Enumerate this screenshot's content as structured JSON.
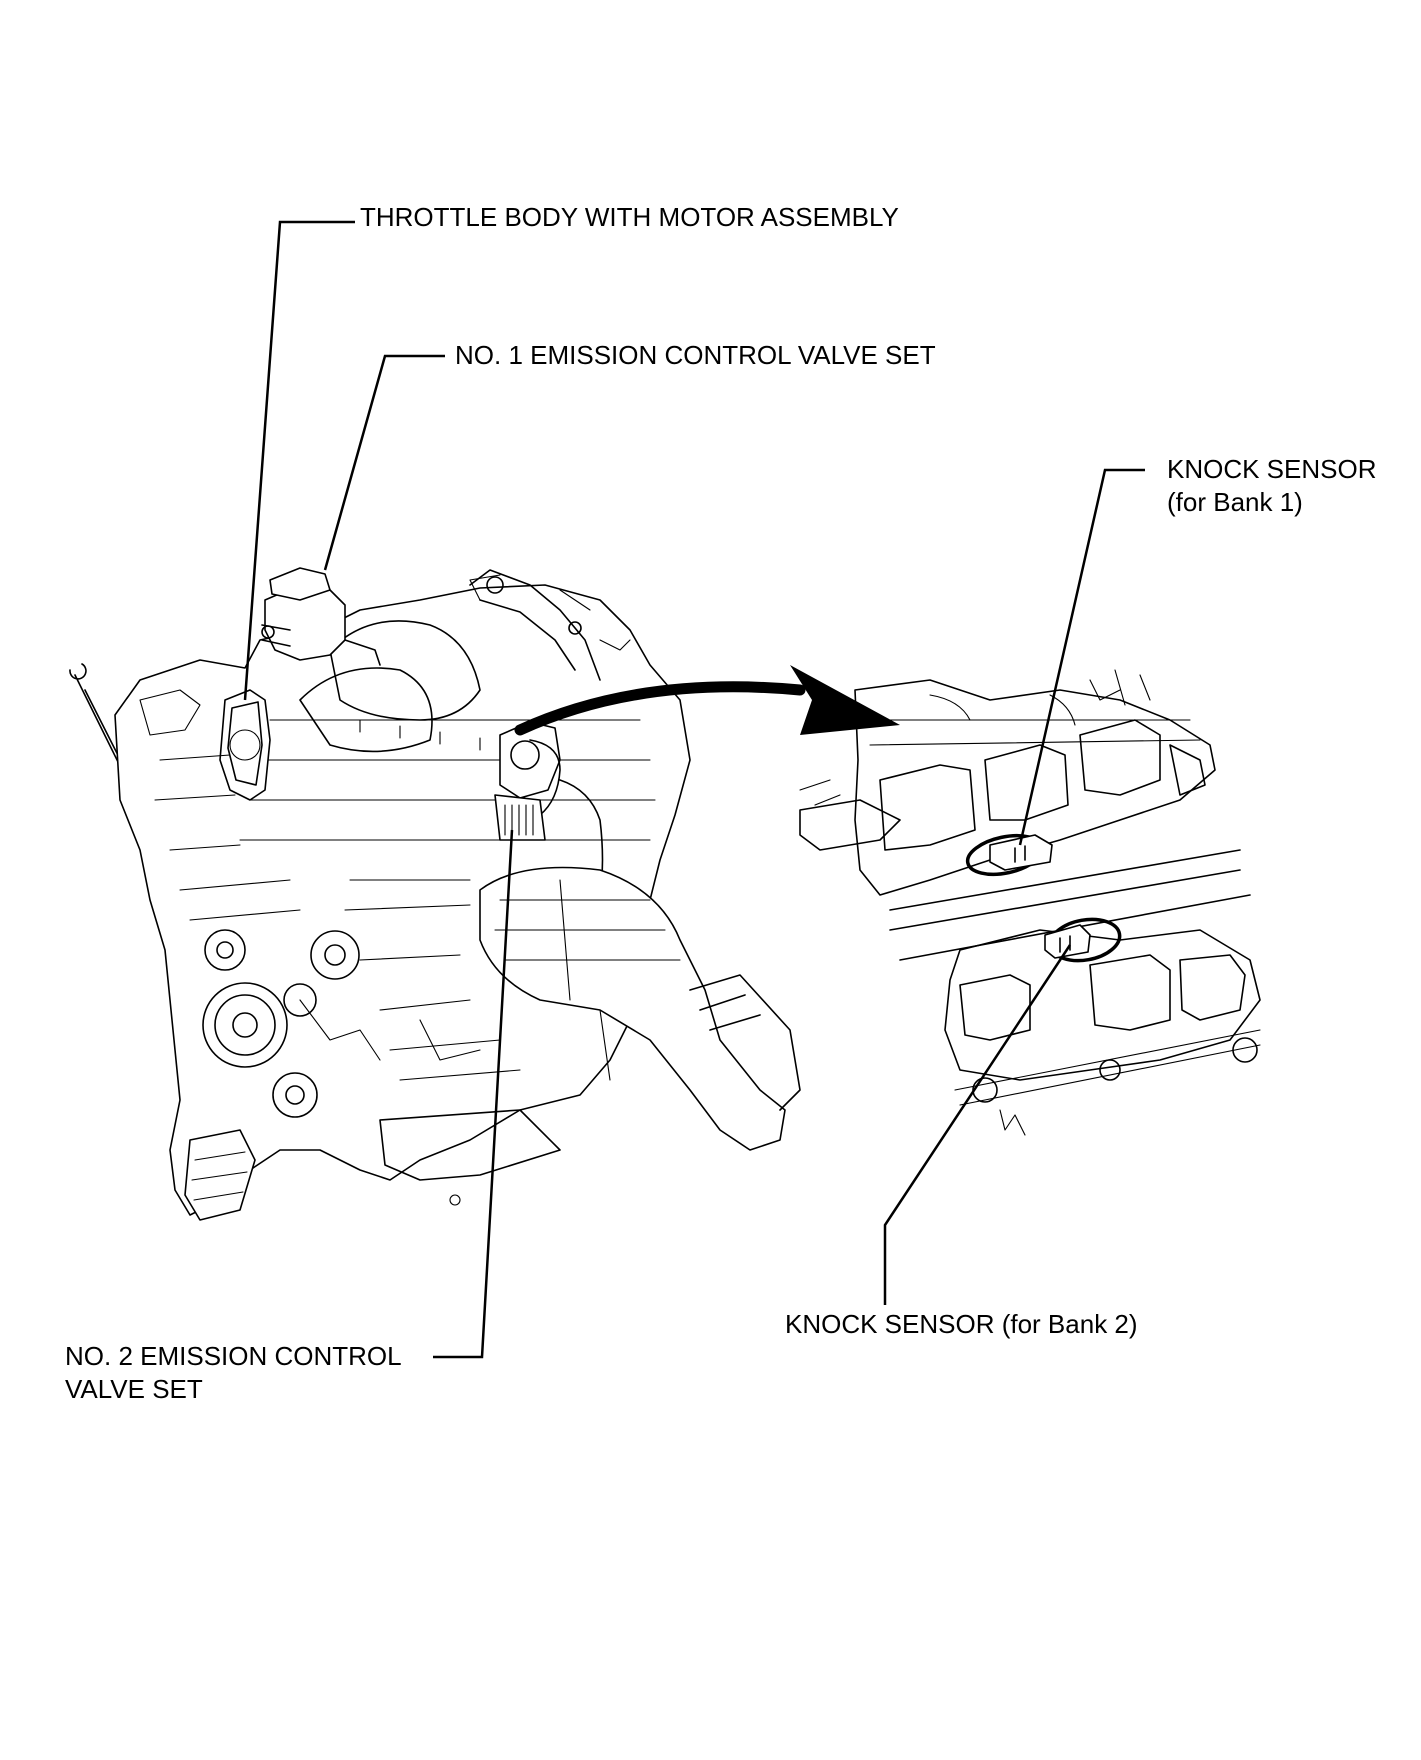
{
  "labels": {
    "throttle_body": "THROTTLE BODY WITH MOTOR ASSEMBLY",
    "no1_valve": "NO. 1 EMISSION CONTROL VALVE SET",
    "knock_bank1_line1": "KNOCK SENSOR",
    "knock_bank1_line2": "(for Bank 1)",
    "knock_bank2": "KNOCK SENSOR (for Bank 2)",
    "no2_valve_line1": "NO. 2 EMISSION CONTROL",
    "no2_valve_line2": "VALVE SET"
  },
  "colors": {
    "ink": "#000000",
    "paper": "#ffffff"
  }
}
